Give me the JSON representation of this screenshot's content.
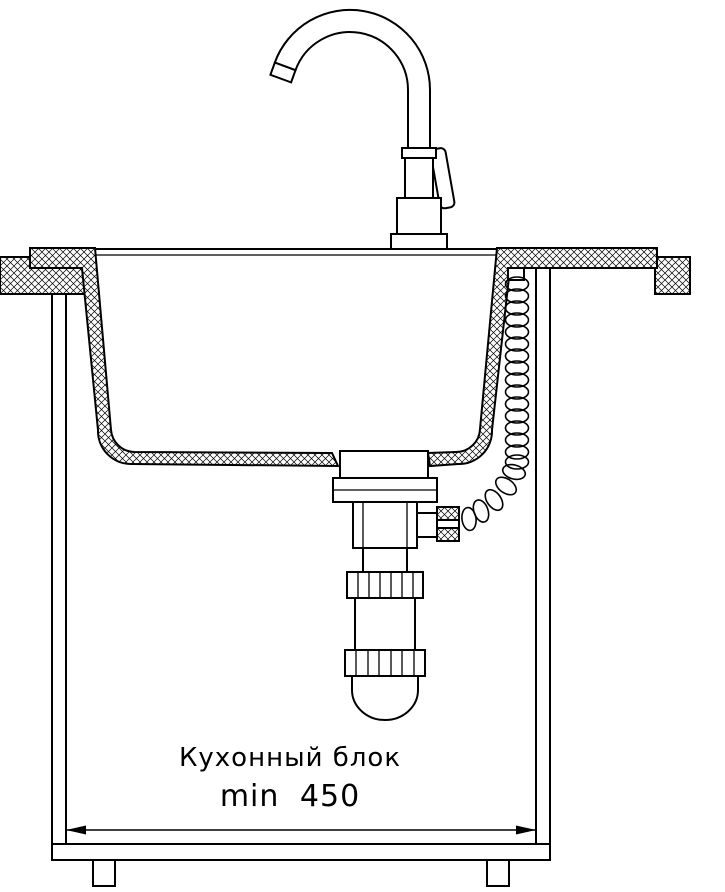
{
  "diagram": {
    "background_color": "#ffffff",
    "line_color": "#000000",
    "labels": {
      "cabinet": "Кухонный блок",
      "dimension": "min 450"
    },
    "dimension_min_width_mm": 450
  }
}
